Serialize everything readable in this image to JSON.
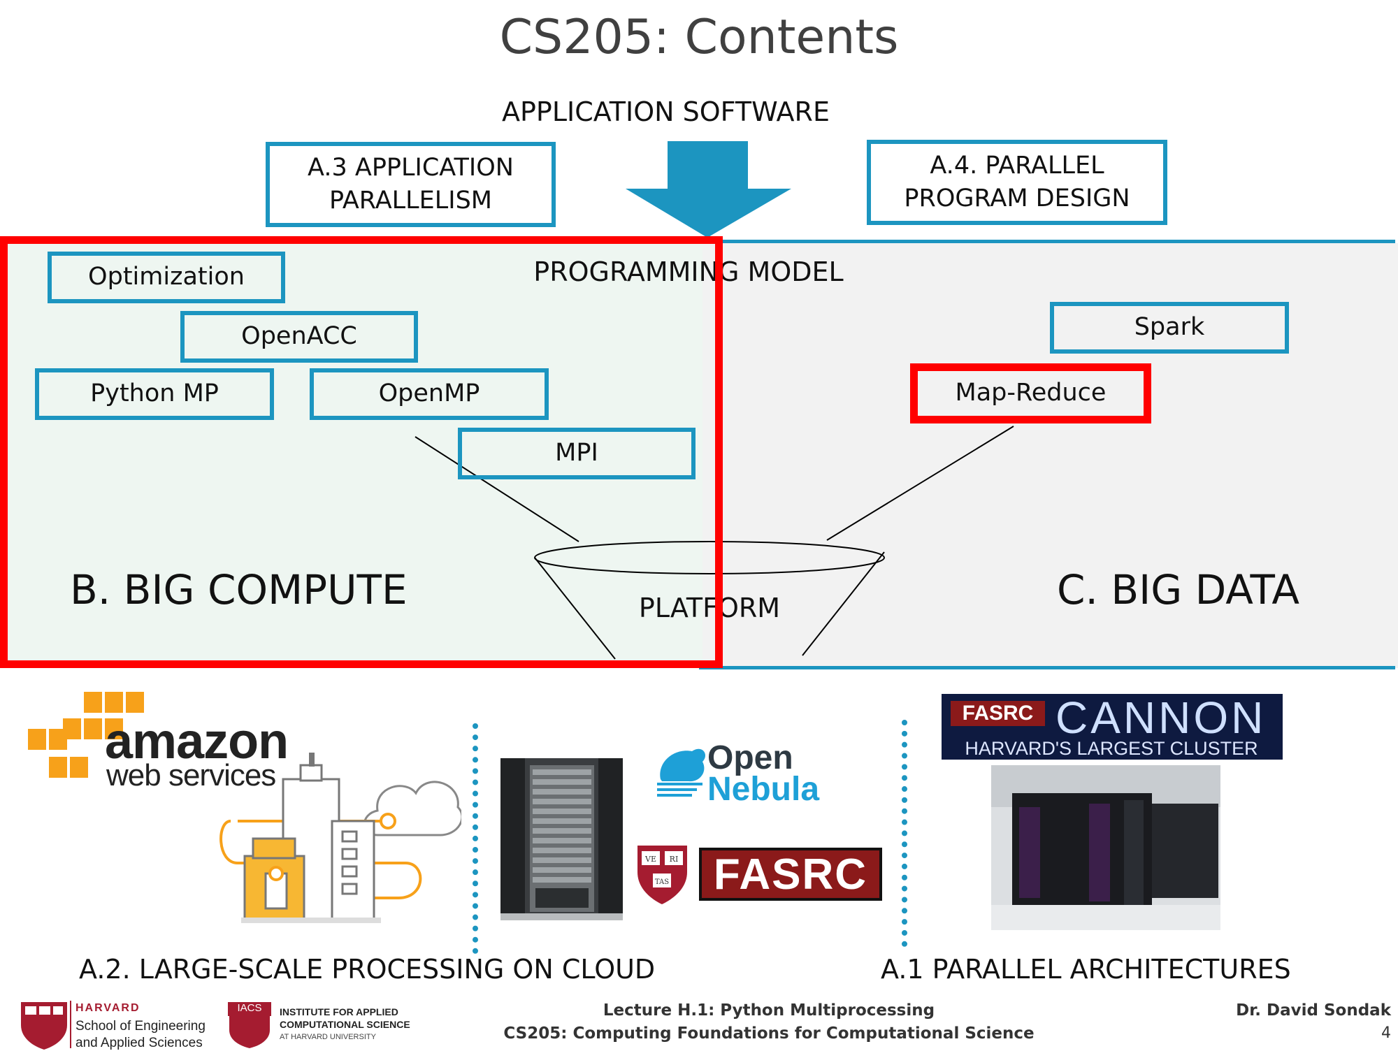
{
  "title": "CS205: Contents",
  "top_label": "APPLICATION SOFTWARE",
  "boxes": {
    "app_parallelism": [
      "A.3 APPLICATION",
      "PARALLELISM"
    ],
    "program_design": [
      "A.4. PARALLEL",
      "PROGRAM DESIGN"
    ],
    "optimization": "Optimization",
    "openacc": "OpenACC",
    "python_mp": "Python MP",
    "openmp": "OpenMP",
    "mpi": "MPI",
    "spark": "Spark",
    "map_reduce": "Map-Reduce"
  },
  "programming_model": "PROGRAMMING MODEL",
  "platform": "PLATFORM",
  "big_compute": "B. BIG COMPUTE",
  "big_data": "C. BIG DATA",
  "bottom_labels": {
    "cloud": "A.2. LARGE-SCALE PROCESSING ON CLOUD",
    "architectures": "A.1 PARALLEL ARCHITECTURES"
  },
  "logos": {
    "aws_line1": "amazon",
    "aws_line2": "web services",
    "opennebula_line1": "Open",
    "opennebula_line2": "Nebula",
    "fasrc": "FASRC",
    "cannon": "CANNON",
    "cannon_sub": "HARVARD'S LARGEST CLUSTER",
    "veritas": [
      "VE",
      "RI",
      "TAS"
    ]
  },
  "footer": {
    "harvard": "HARVARD",
    "seas_line1": "School of Engineering",
    "seas_line2": "and Applied Sciences",
    "iacs_badge": "IACS",
    "iacs_line1": "INSTITUTE FOR APPLIED",
    "iacs_line2": "COMPUTATIONAL SCIENCE",
    "iacs_line3": "AT HARVARD UNIVERSITY",
    "lecture": "Lecture H.1: Python Multiprocessing",
    "course": "CS205: Computing Foundations for Computational Science",
    "author": "Dr. David Sondak",
    "page": "4"
  },
  "colors": {
    "accent_blue": "#1c95c0",
    "highlight_red": "#ff0000",
    "compute_bg": "#eef6f1",
    "data_bg": "#f2f2f2",
    "aws_orange": "#f7a11a"
  }
}
